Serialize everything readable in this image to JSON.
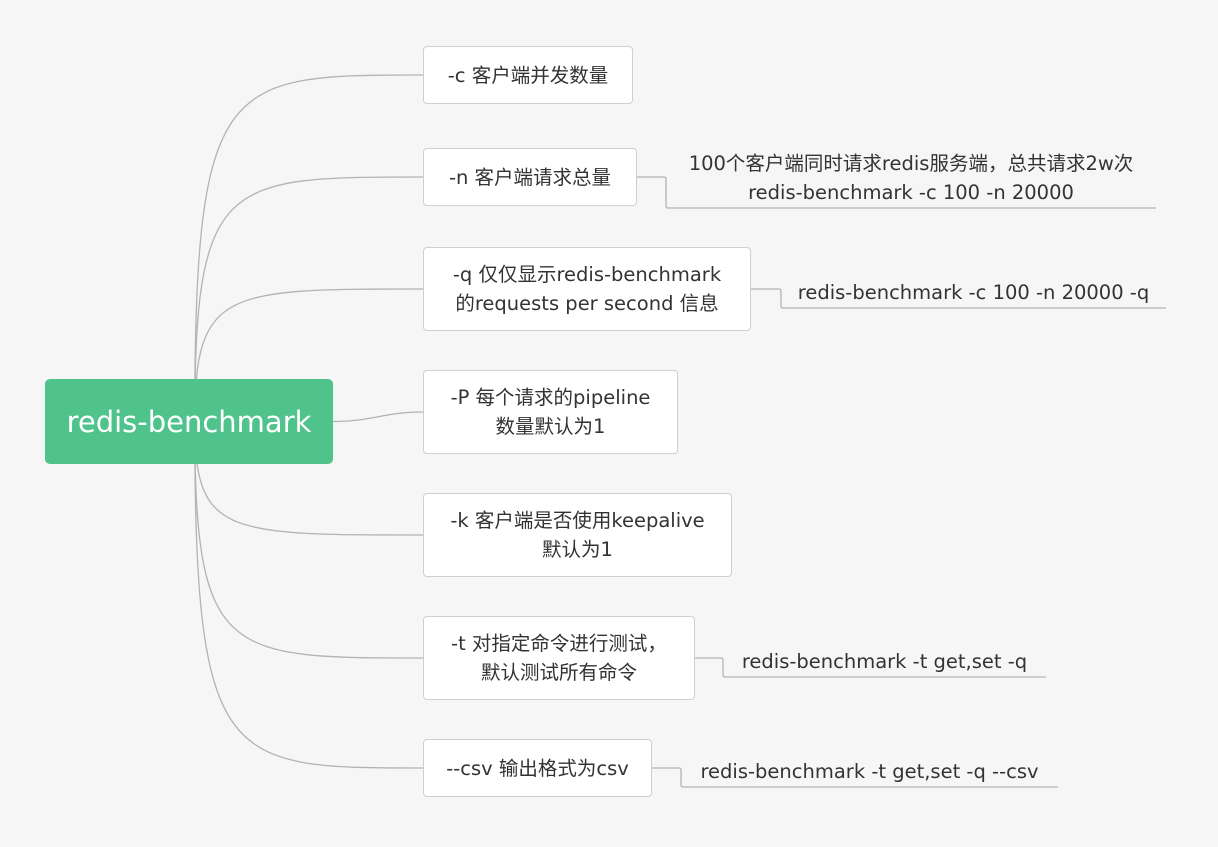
{
  "root": {
    "label": "redis-benchmark"
  },
  "options": [
    {
      "lines": [
        "-c 客户端并发数量"
      ],
      "note": []
    },
    {
      "lines": [
        "-n 客户端请求总量"
      ],
      "note": [
        "100个客户端同时请求redis服务端，总共请求2w次",
        "redis-benchmark -c 100 -n 20000"
      ]
    },
    {
      "lines": [
        "-q 仅仅显示redis-benchmark",
        "的requests per second 信息"
      ],
      "note": [
        "redis-benchmark -c 100 -n 20000 -q"
      ]
    },
    {
      "lines": [
        "-P 每个请求的pipeline",
        "数量默认为1"
      ],
      "note": []
    },
    {
      "lines": [
        "-k 客户端是否使用keepalive",
        "默认为1"
      ],
      "note": []
    },
    {
      "lines": [
        "-t 对指定命令进行测试，",
        "默认测试所有命令"
      ],
      "note": [
        "redis-benchmark -t get,set -q"
      ]
    },
    {
      "lines": [
        "--csv 输出格式为csv"
      ],
      "note": [
        "redis-benchmark -t get,set -q --csv"
      ]
    }
  ],
  "colors": {
    "root": "#4fc38b",
    "line": "#b3b3b3",
    "text": "#333333",
    "border": "#cfcfcf",
    "background": "#f6f6f6"
  }
}
